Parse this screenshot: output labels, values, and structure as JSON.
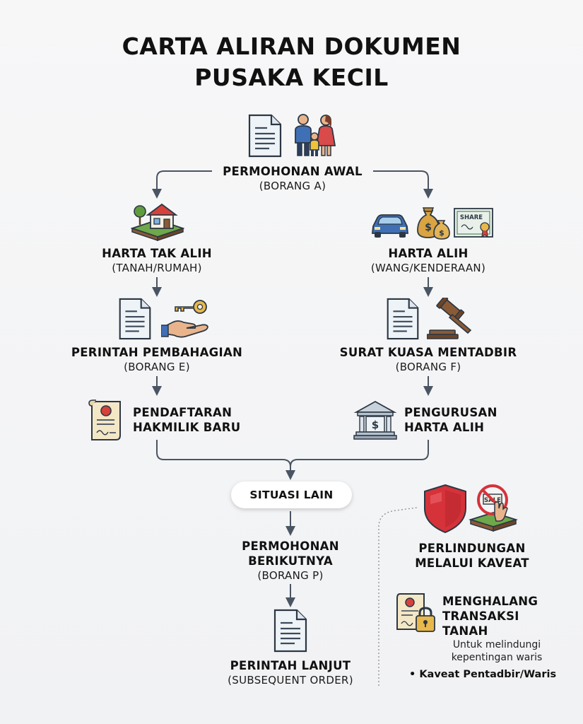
{
  "title": {
    "line1": "CARTA ALIRAN DOKUMEN",
    "line2": "PUSAKA KECIL"
  },
  "nodes": {
    "permohonan_awal": {
      "title": "PERMOHONAN AWAL",
      "sub": "(BORANG A)"
    },
    "harta_tak_alih": {
      "title": "HARTA TAK ALIH",
      "sub": "(TANAH/RUMAH)"
    },
    "harta_alih": {
      "title": "HARTA ALIH",
      "sub": "(WANG/KENDERAAN)"
    },
    "perintah_pembahagian": {
      "title": "PERINTAH PEMBAHAGIAN",
      "sub": "(BORANG E)"
    },
    "surat_kuasa": {
      "title": "SURAT KUASA MENTADBIR",
      "sub": "(BORANG F)"
    },
    "pendaftaran": {
      "line1": "PENDAFTARAN",
      "line2": "HAKMILIK BARU"
    },
    "pengurusan": {
      "line1": "PENGURUSAN",
      "line2": "HARTA ALIH"
    },
    "situasi_lain": {
      "title": "SITUASI LAIN"
    },
    "permohonan_berikutnya": {
      "line1": "PERMOHONAN",
      "line2": "BERIKUTNYA",
      "sub": "(BORANG P)"
    },
    "perintah_lanjut": {
      "title": "PERINTAH LANJUT",
      "sub": "(SUBSEQUENT ORDER)"
    },
    "perlindungan": {
      "line1": "PERLINDUNGAN",
      "line2": "MELALUI KAVEAT"
    },
    "menghalang": {
      "line1": "MENGHALANG",
      "line2": "TRANSAKSI",
      "line3": "TANAH",
      "note1": "Untuk melindungi",
      "note2": "kepentingan waris"
    },
    "kaveat_bullet": "• Kaveat Pentadbir/Waris"
  },
  "icons": {
    "doc_stamp_text": "SHARE",
    "sale_sign_text": "SALE",
    "money_symbol": "$"
  },
  "colors": {
    "arrow": "#4a5563",
    "shield_red": "#d6323a",
    "grass_green": "#6ea84a",
    "doc_bg": "#eef3f7",
    "doc_lines": "#3d4a5a",
    "bag_gold": "#d9a441",
    "car_blue": "#3f6fb5"
  }
}
